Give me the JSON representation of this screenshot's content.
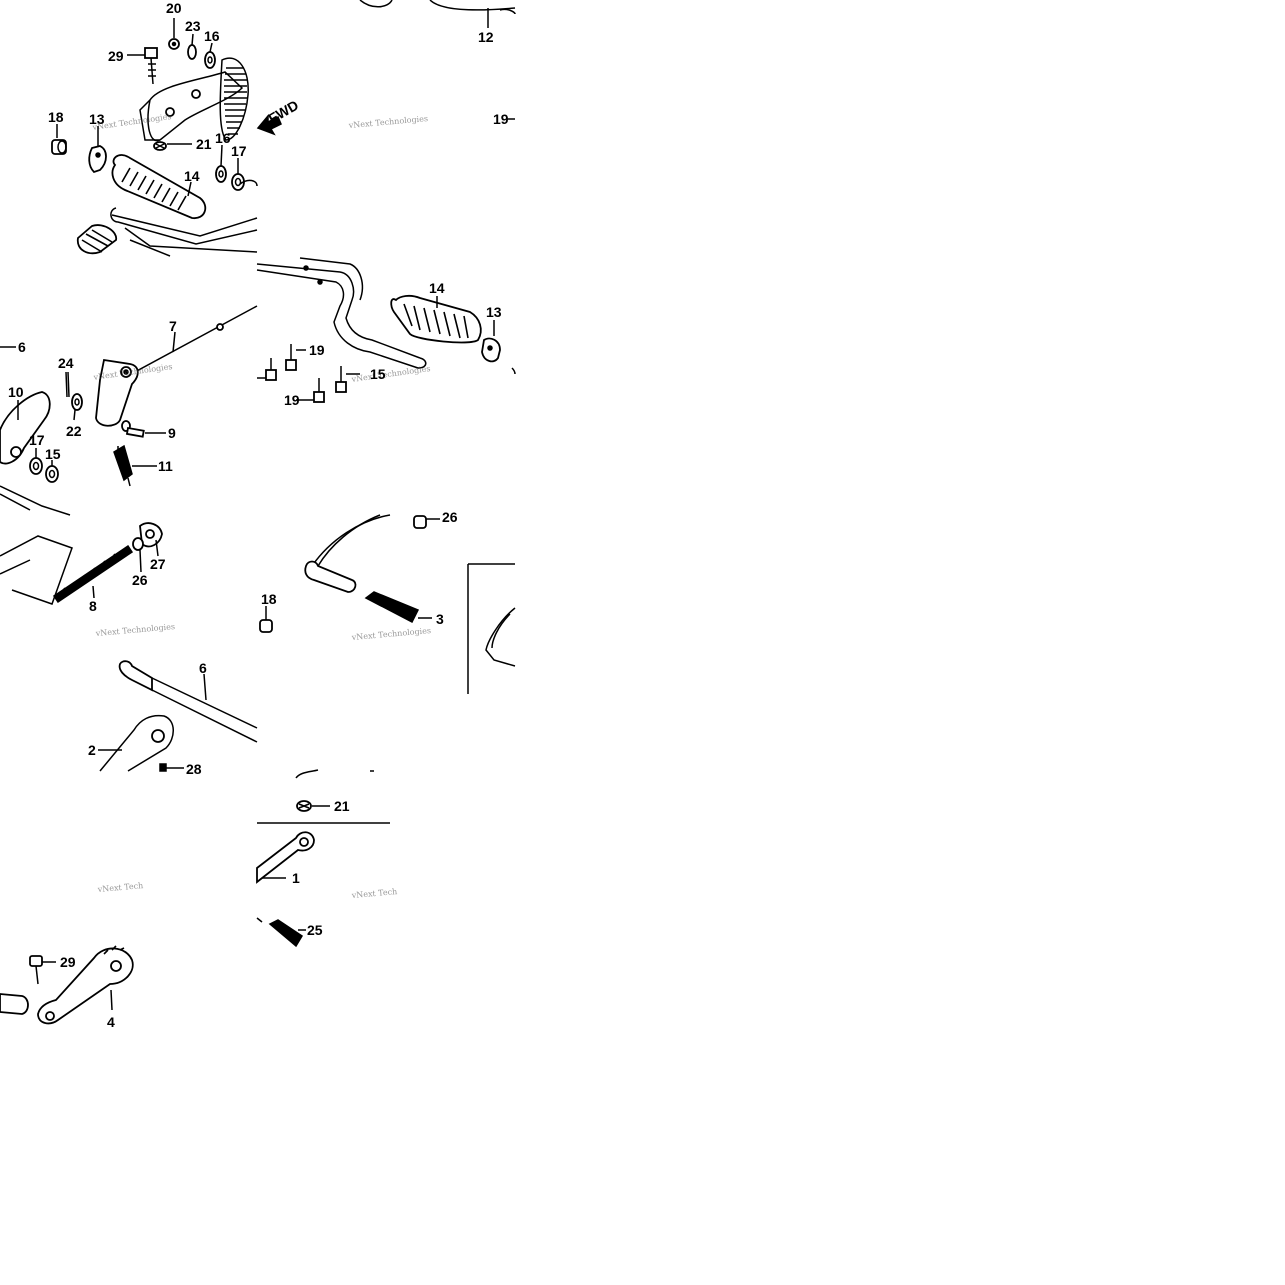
{
  "labels": {
    "l20": "20",
    "l23": "23",
    "l16a": "16",
    "l29a": "29",
    "l12": "12",
    "l18a": "18",
    "l13a": "13",
    "l21a": "21",
    "l16b": "16",
    "l17a": "17",
    "l14a": "14",
    "l19a": "19",
    "l6a": "6",
    "l7": "7",
    "l24": "24",
    "l10": "10",
    "l22": "22",
    "l17b": "17",
    "l15a": "15",
    "l9": "9",
    "l11": "11",
    "l14b": "14",
    "l13b": "13",
    "l19b": "19",
    "l15b": "15",
    "l19c": "19",
    "l27": "27",
    "l26a": "26",
    "l8": "8",
    "l6b": "6",
    "l2": "2",
    "l28a": "28",
    "l28b": "26",
    "l18b": "18",
    "l3": "3",
    "l21b": "21",
    "l1": "1",
    "l25": "25",
    "l29b": "29",
    "l4": "4"
  },
  "fwd_label": "FWD",
  "watermark": {
    "line1": "vNext Technologies",
    "line2": "vNext Tech"
  }
}
